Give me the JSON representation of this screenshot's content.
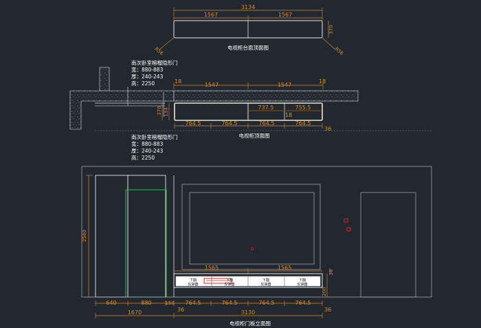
{
  "colors": {
    "background": "#212830",
    "line": "#e6e6e6",
    "dimension": "#e08a2a",
    "door_outline": "#22c33a",
    "marker": "#e02020",
    "cabinet_highlight": "#f0e6c0"
  },
  "top_view": {
    "title": "电视柜台面顶面图",
    "overall_width": "3134",
    "segments": [
      "1567",
      "1567"
    ],
    "depth": "370",
    "left_corner": "R56",
    "right_corner": "R56"
  },
  "section_view": {
    "title": "电视柜顶面图",
    "door_note_top": {
      "name": "南次卧室榕榴隐形门",
      "width": "宽：880-883",
      "thickness": "厚：240-243",
      "height": "高：2250"
    },
    "door_note_bottom": {
      "name": "南次卧室榕榴隐形门",
      "width": "宽：880-883",
      "thickness": "厚：240-243",
      "height": "高：2250"
    },
    "top_dims": [
      "18",
      "1547",
      "1547",
      "18"
    ],
    "inner_dims": [
      "737.5",
      "755.5"
    ],
    "inner_small": "18",
    "left_dims": [
      "370",
      "134"
    ],
    "bottom_dims": [
      "764.5",
      "764.5",
      "764.5",
      "764.5"
    ],
    "right_small": "36"
  },
  "elevation_view": {
    "title": "电视柜门板立面图",
    "height_dim": "2560",
    "counter_dims": [
      "1565",
      "1565"
    ],
    "drawer_labels": [
      [
        "下翻",
        "反弹器"
      ],
      [
        "下翻",
        "反弹器"
      ],
      [
        "下翻",
        "反弹器"
      ],
      [
        "下翻",
        "反弹器"
      ]
    ],
    "cabinet_height": "200",
    "right_top_small": "36",
    "bottom_row_dims": [
      "640",
      "880",
      "150",
      "764.5",
      "764.5",
      "764.5",
      "764.5"
    ],
    "small_36": "36",
    "overall_left": "1670",
    "overall_right": "3130",
    "right_small_bottom": "36"
  }
}
